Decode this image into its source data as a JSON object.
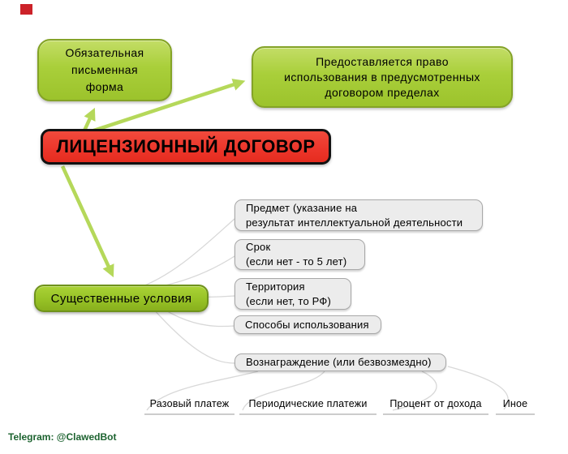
{
  "diagram_title": "ЛИЦЕНЗИОННЫЙ ДОГОВОР",
  "marker": {
    "name": "red-square-marker",
    "color": "#cc2229"
  },
  "root": {
    "label": "ЛИЦЕНЗИОННЫЙ ДОГОВОР",
    "fill": "#ec352a",
    "border": "#111111"
  },
  "branches": {
    "written_form": {
      "label": "Обязательная\nписьменная\nформа"
    },
    "usage_right": {
      "label": "Предоставляется право\nиспользования в предусмотренных\nдоговором пределах"
    },
    "essential_terms": {
      "label": "Существенные условия"
    }
  },
  "conditions": [
    {
      "label": "Предмет (указание на\nрезультат интеллектуальной деятельности"
    },
    {
      "label": "Срок\n(если нет - то 5 лет)"
    },
    {
      "label": "Территория\n(если нет, то РФ)"
    },
    {
      "label": "Способы использования"
    },
    {
      "label": "Вознаграждение (или безвозмездно)"
    }
  ],
  "payment_types": [
    {
      "label": "Разовый платеж"
    },
    {
      "label": "Периодические платежи"
    },
    {
      "label": "Процент от дохода"
    },
    {
      "label": "Иное"
    }
  ],
  "watermark": {
    "label": "Telegram: @ClawedBot",
    "color": "#1d6330"
  },
  "colors": {
    "topic_green_fill": "#a9cf3a",
    "topic_green_border": "#84a327",
    "essential_green_fill": "#97c226",
    "root_red_fill": "#ec352a",
    "gray_fill": "#ececec",
    "gray_border": "#a8a8a8",
    "arrow_green": "#b5d85a",
    "branch_line_gray": "#d8d8d8",
    "leaf_underline": "#cccccc"
  }
}
